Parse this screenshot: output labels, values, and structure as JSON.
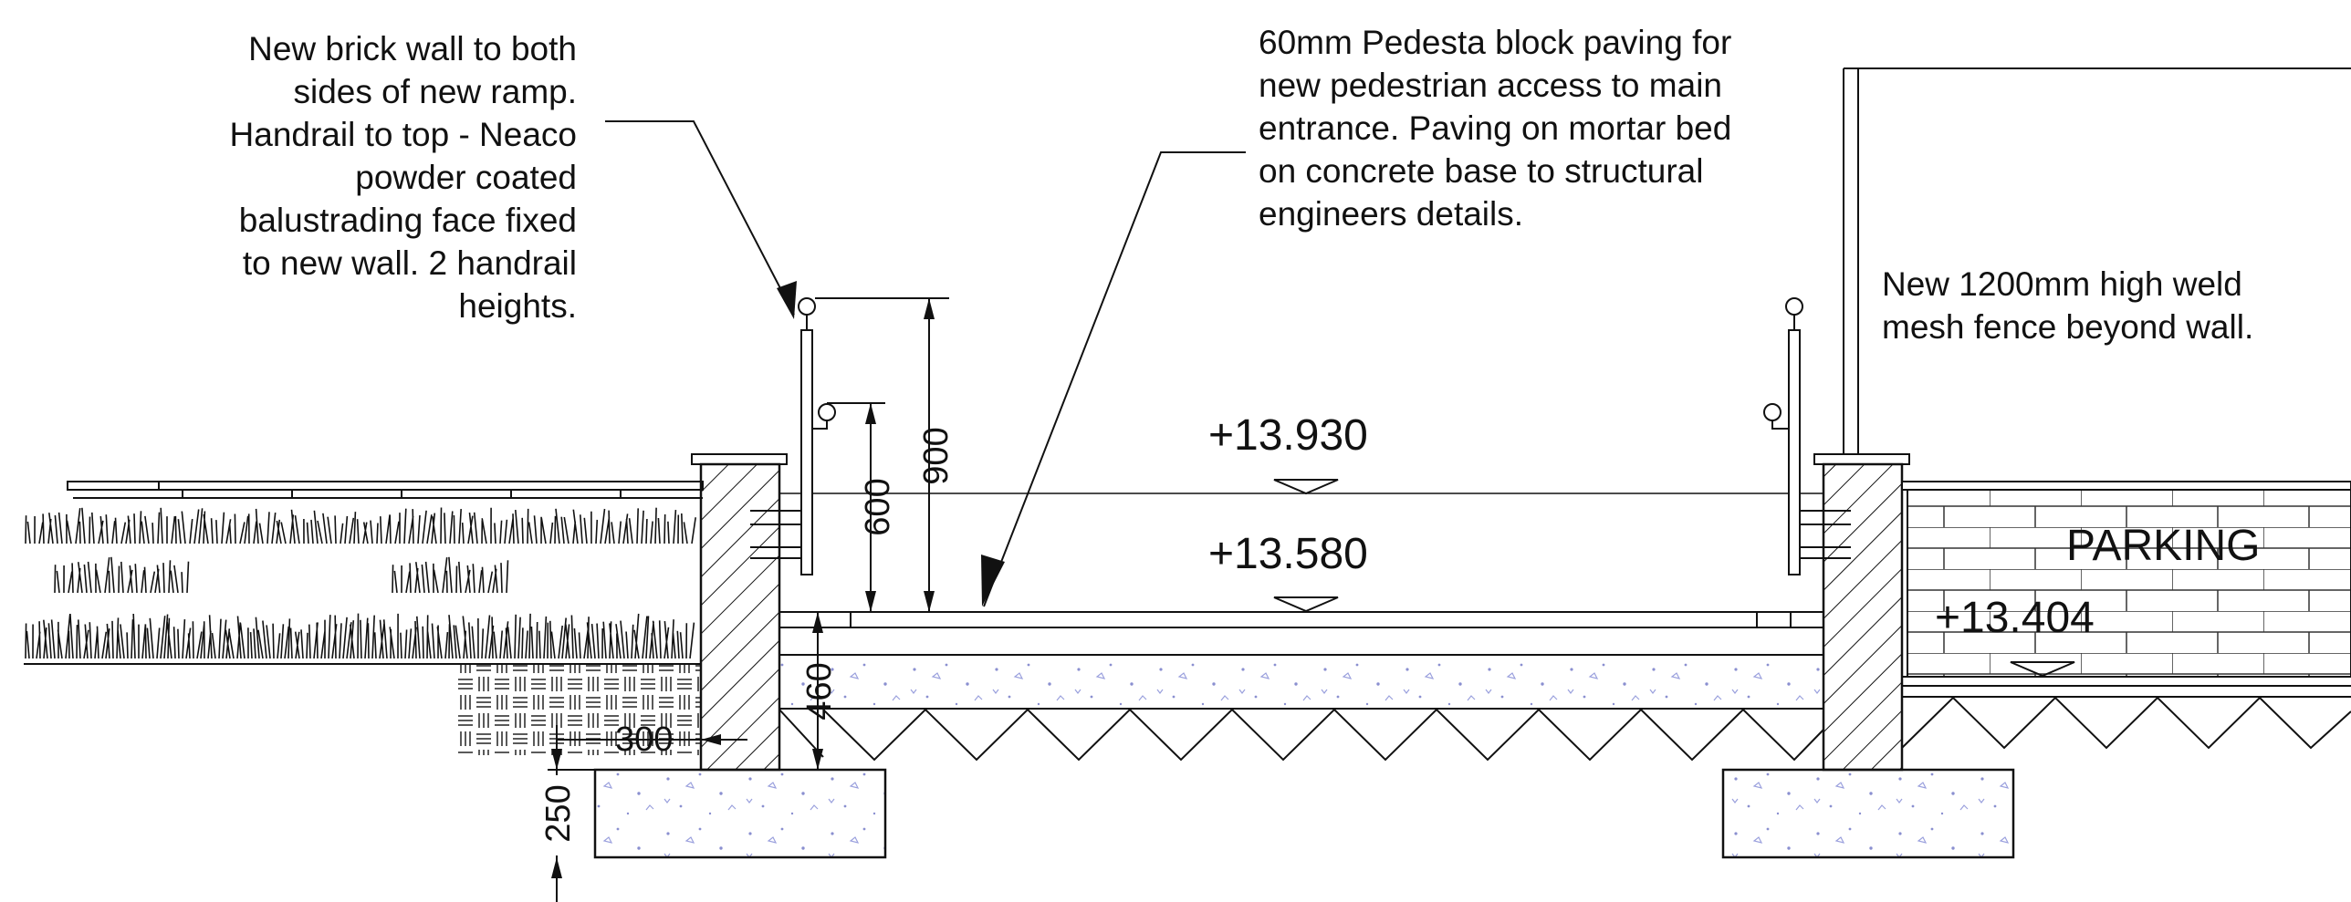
{
  "notes": {
    "wall_note": [
      "New brick wall to both",
      "sides of new ramp.",
      "Handrail to top - Neaco",
      "powder coated",
      "balustrading face fixed",
      "to new wall. 2 handrail",
      "heights."
    ],
    "paving_note": [
      "60mm Pedesta block paving for",
      "new pedestrian access to main",
      "entrance. Paving on mortar bed",
      "on concrete base to structural",
      "engineers details."
    ],
    "fence_note": [
      "New 1200mm high weld",
      "mesh fence beyond wall."
    ]
  },
  "levels": {
    "top": "+13.930",
    "ramp": "+13.580",
    "parking": "+13.404"
  },
  "labels": {
    "parking": "PARKING"
  },
  "dimensions": {
    "handrail_high": "900",
    "handrail_low": "600",
    "step": "460",
    "footing_projection": "300",
    "footing_depth": "250"
  }
}
